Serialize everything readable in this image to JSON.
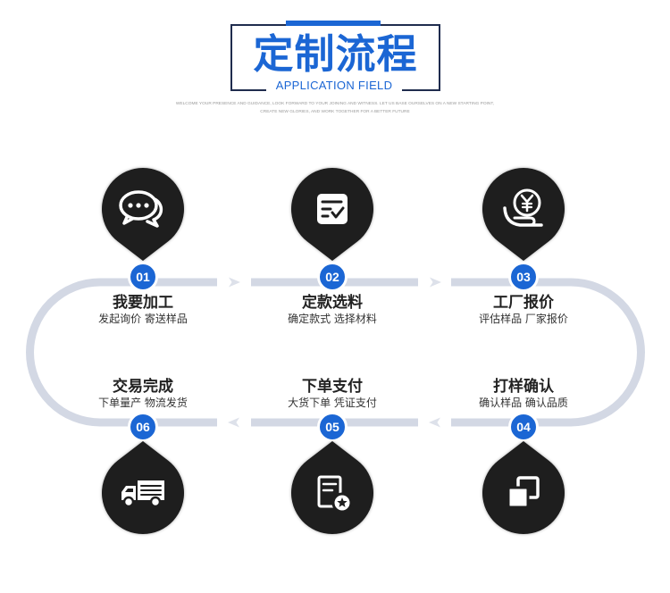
{
  "header": {
    "title": "定制流程",
    "subtitle": "APPLICATION FIELD",
    "tagline_lines": [
      "WELCOME YOUR PRESENCE AND GUIDANCE, LOOK FORWARD TO YOUR JOINING AND WITNESS. LET US BASE OURSELVES ON A NEW STARTING POINT,",
      "CREATE NEW GLORIES, AND WORK TOGETHER FOR A BETTER FUTURE"
    ]
  },
  "colors": {
    "accent": "#1b66d4",
    "frame": "#1f2c4e",
    "track": "#d3d8e4",
    "arrow": "#dde1ea",
    "icon_background": "#1e1e1e",
    "text": "#222222"
  },
  "steps": [
    {
      "number": "01",
      "title": "我要加工",
      "description": "发起询价 寄送样品",
      "icon": "chat-bubbles-icon"
    },
    {
      "number": "02",
      "title": "定款选料",
      "description": "确定款式 选择材料",
      "icon": "checklist-document-icon"
    },
    {
      "number": "03",
      "title": "工厂报价",
      "description": "评估样品 厂家报价",
      "icon": "yen-coin-hand-icon"
    },
    {
      "number": "04",
      "title": "打样确认",
      "description": "确认样品 确认品质",
      "icon": "copy-squares-icon"
    },
    {
      "number": "05",
      "title": "下单支付",
      "description": "大货下单 凭证支付",
      "icon": "certificate-document-icon"
    },
    {
      "number": "06",
      "title": "交易完成",
      "description": "下单量产 物流发货",
      "icon": "delivery-truck-icon"
    }
  ]
}
